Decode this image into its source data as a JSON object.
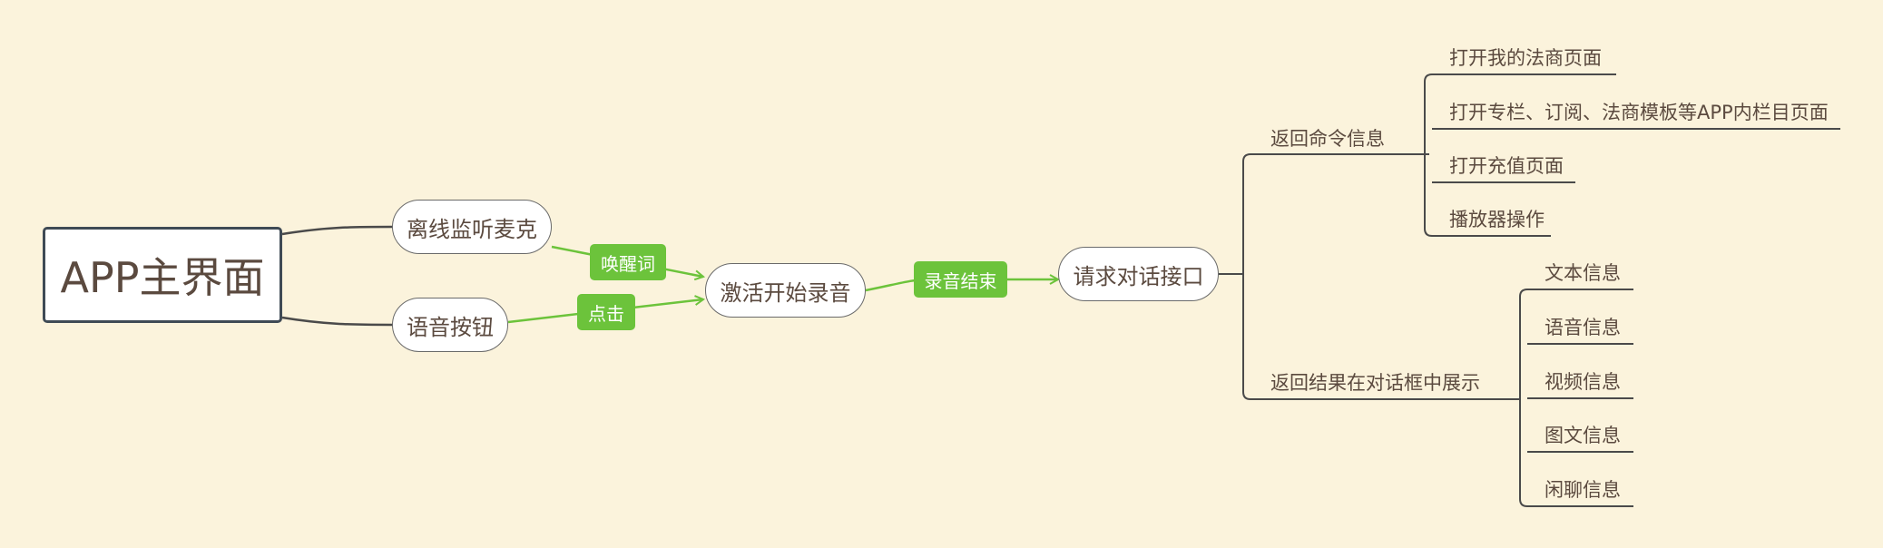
{
  "diagram": {
    "root": "APP主界面",
    "entries": {
      "offline_listen": "离线监听麦克",
      "voice_button": "语音按钮"
    },
    "edge_labels": {
      "wake_word": "唤醒词",
      "click": "点击",
      "record_end": "录音结束"
    },
    "activate_recording": "激活开始录音",
    "request_dialog": "请求对话接口",
    "command_branch": {
      "title": "返回命令信息",
      "items": [
        "打开我的法商页面",
        "打开专栏、订阅、法商模板等APP内栏目页面",
        "打开充值页面",
        "播放器操作"
      ]
    },
    "result_branch": {
      "title": "返回结果在对话框中展示",
      "items": [
        "文本信息",
        "语音信息",
        "视频信息",
        "图文信息",
        "闲聊信息"
      ]
    }
  },
  "colors": {
    "background": "#fbf3dc",
    "text": "#5b4a3f",
    "connector": "#4a4a4a",
    "flow_arrow": "#6cc33b",
    "tag_fill": "#6cc33b"
  }
}
